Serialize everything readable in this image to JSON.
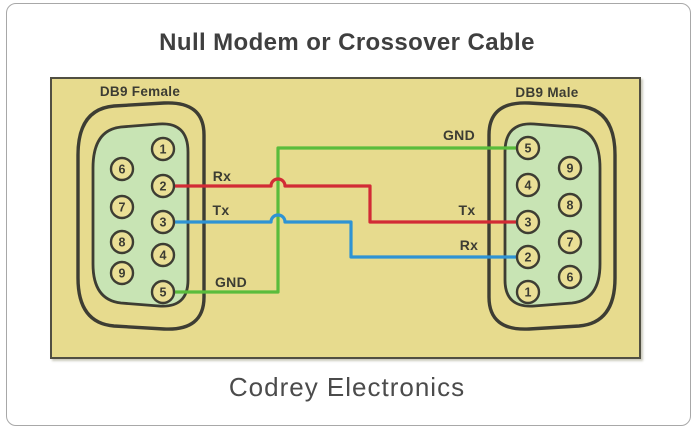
{
  "title": "Null Modem or Crossover Cable",
  "footer": "Codrey Electronics",
  "colors": {
    "page_bg": "#ffffff",
    "page_border": "#a8a8a8",
    "panel_bg": "#e7db8e",
    "panel_border": "#514f42",
    "connector_fill": "#c8e4b4",
    "outline": "#3d3d33",
    "pin_fill": "#eadf96",
    "label": "#3c3c33",
    "title_color": "#3f3f3f",
    "footer_color": "#4b4b4b",
    "wire_red": "#d22b35",
    "wire_blue": "#2e93d4",
    "wire_green": "#5abc3c"
  },
  "connectors": {
    "female": {
      "label": "DB9 Female",
      "pins": [
        "1",
        "2",
        "3",
        "4",
        "5",
        "6",
        "7",
        "8",
        "9"
      ]
    },
    "male": {
      "label": "DB9 Male",
      "pins": [
        "1",
        "2",
        "3",
        "4",
        "5",
        "6",
        "7",
        "8",
        "9"
      ]
    }
  },
  "wire_labels": {
    "female_rx": "Rx",
    "female_tx": "Tx",
    "female_gnd": "GND",
    "male_gnd": "GND",
    "male_tx": "Tx",
    "male_rx": "Rx"
  },
  "connections": [
    {
      "female_pin": "2",
      "female_signal": "Rx",
      "male_pin": "3",
      "male_signal": "Tx",
      "wire_color": "#d22b35"
    },
    {
      "female_pin": "3",
      "female_signal": "Tx",
      "male_pin": "2",
      "male_signal": "Rx",
      "wire_color": "#2e93d4"
    },
    {
      "female_pin": "5",
      "female_signal": "GND",
      "male_pin": "5",
      "male_signal": "GND",
      "wire_color": "#5abc3c"
    }
  ]
}
